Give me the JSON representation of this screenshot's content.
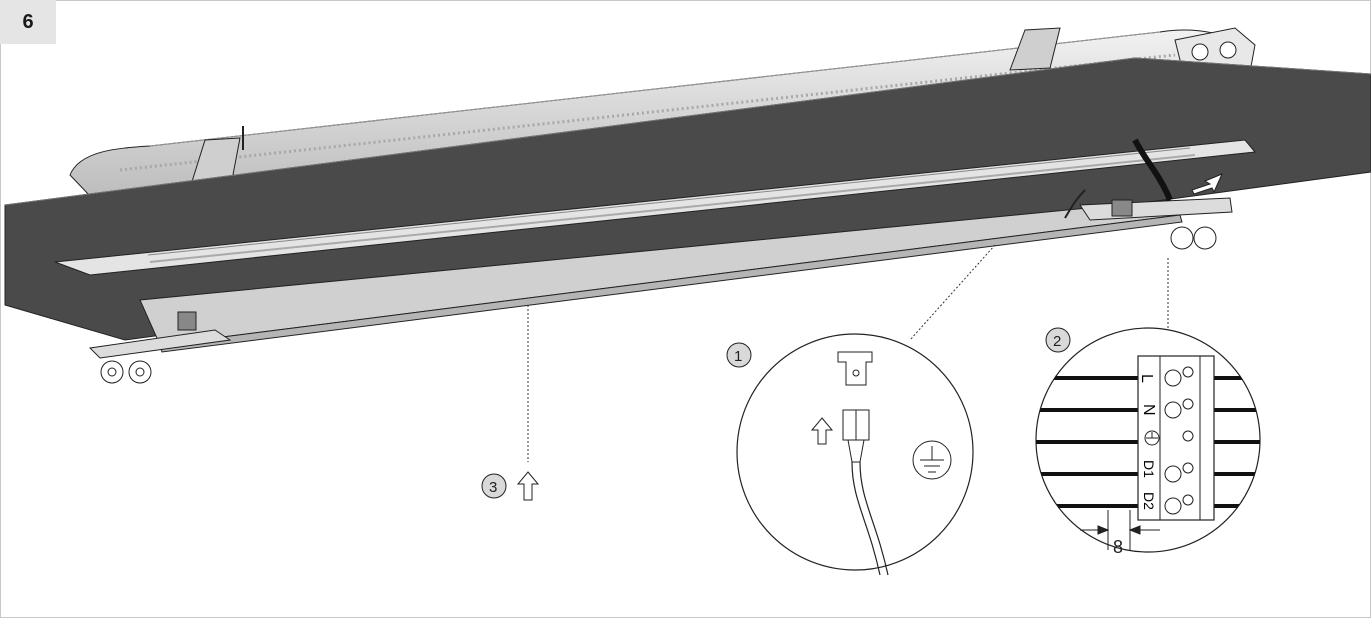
{
  "step": {
    "number": "6"
  },
  "callouts": [
    {
      "id": "1",
      "label": "1"
    },
    {
      "id": "2",
      "label": "2"
    },
    {
      "id": "3",
      "label": "3"
    }
  ],
  "terminal": {
    "labels": [
      "L",
      "N",
      "D1",
      "D2"
    ],
    "strip_length": "8"
  },
  "colors": {
    "ceiling": "#4a4a4a",
    "luminaire": "#d9d9d9",
    "outline": "#222222",
    "frame": "#c8c8c8",
    "step_bg": "#e5e5e5"
  },
  "icons": [
    "up-arrow-icon",
    "ground-symbol-icon",
    "connector-plug-icon",
    "terminal-block-icon"
  ]
}
